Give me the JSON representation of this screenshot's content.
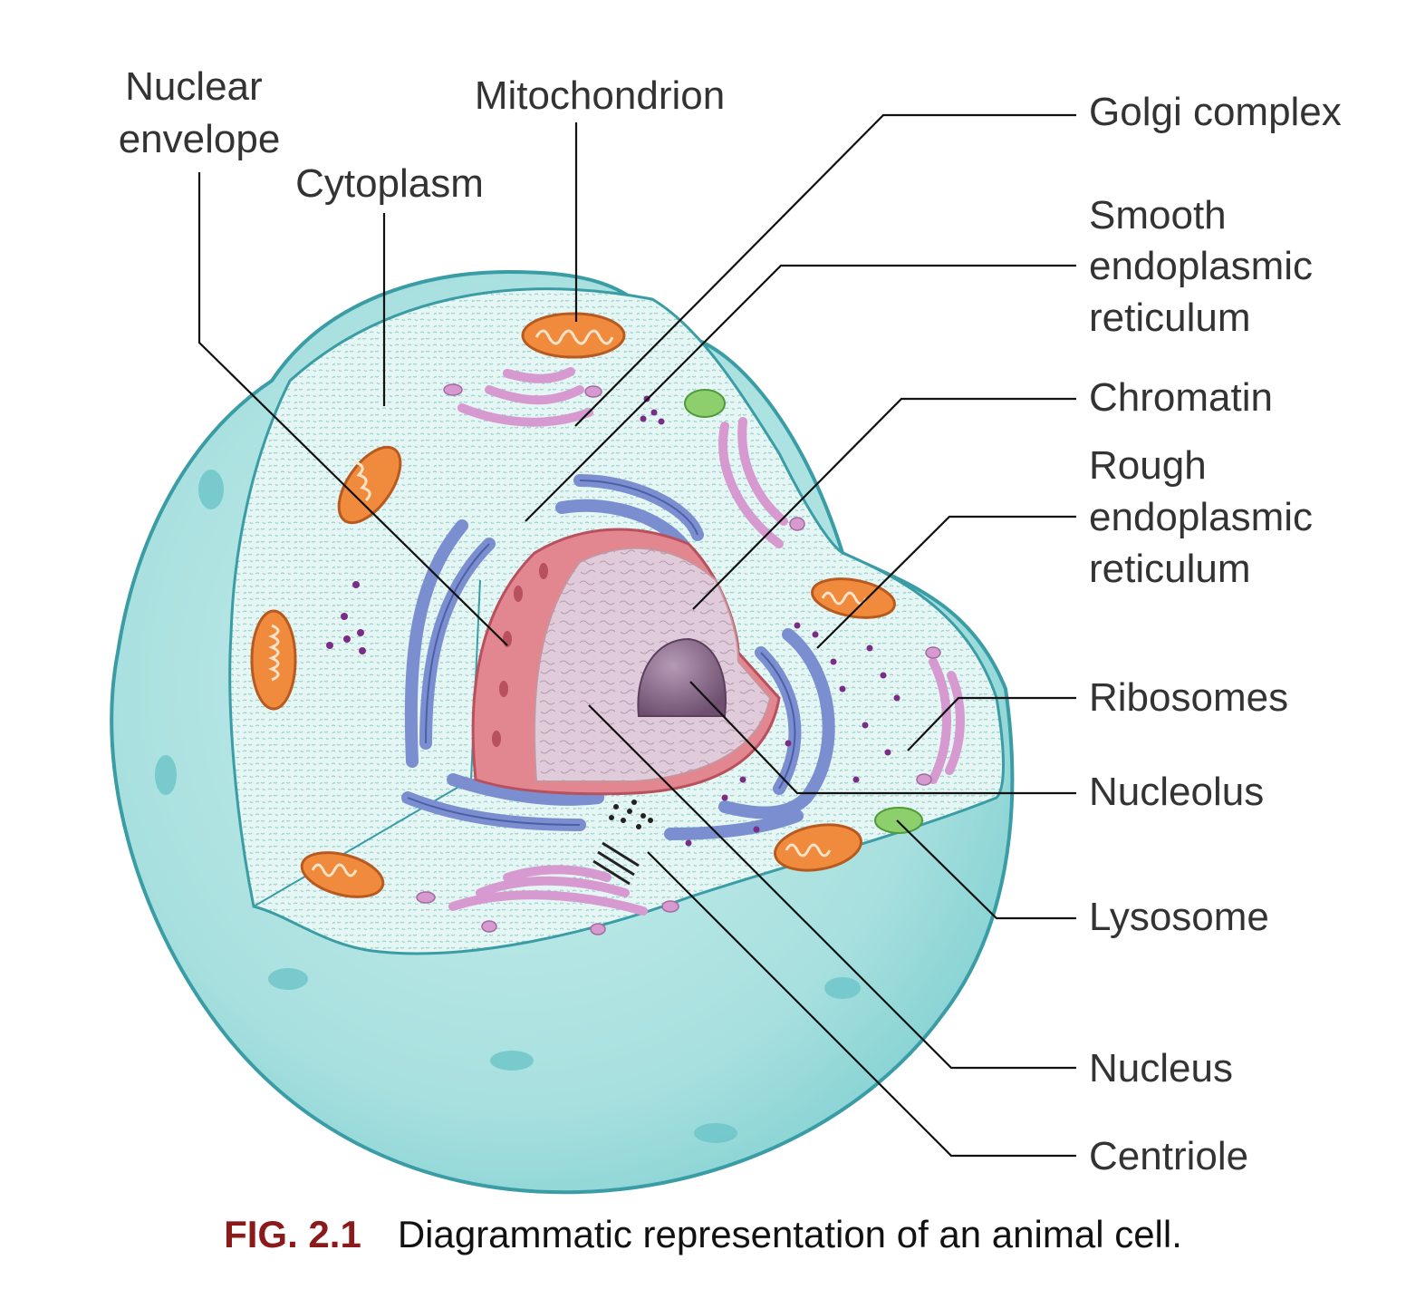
{
  "labels": {
    "nuclear_envelope": [
      "Nuclear",
      "envelope"
    ],
    "mitochondrion": "Mitochondrion",
    "cytoplasm": "Cytoplasm",
    "golgi_complex": "Golgi complex",
    "smooth_er": [
      "Smooth",
      "endoplasmic",
      "reticulum"
    ],
    "chromatin": "Chromatin",
    "rough_er": [
      "Rough",
      "endoplasmic",
      "reticulum"
    ],
    "ribosomes": "Ribosomes",
    "nucleolus": "Nucleolus",
    "lysosome": "Lysosome",
    "nucleus": "Nucleus",
    "centriole": "Centriole"
  },
  "caption": {
    "figure_number": "FIG. 2.1",
    "text": "Diagrammatic representation of an animal cell."
  },
  "colors": {
    "membrane": "#9fdbdb",
    "membrane_edge": "#3a9da6",
    "cytoplasm": "#e3f5f3",
    "mitochondrion": "#f08a3c",
    "golgi": "#d69ad0",
    "rough_er": "#7b8fd0",
    "nucleus_cut": "#e07d88",
    "nucleoplasm": "#dcc8d6",
    "nucleolus": "#8a6b89",
    "lysosome": "#8dcf6d",
    "ribosome": "#7a2d86",
    "caption_number": "#8b1a1a"
  }
}
